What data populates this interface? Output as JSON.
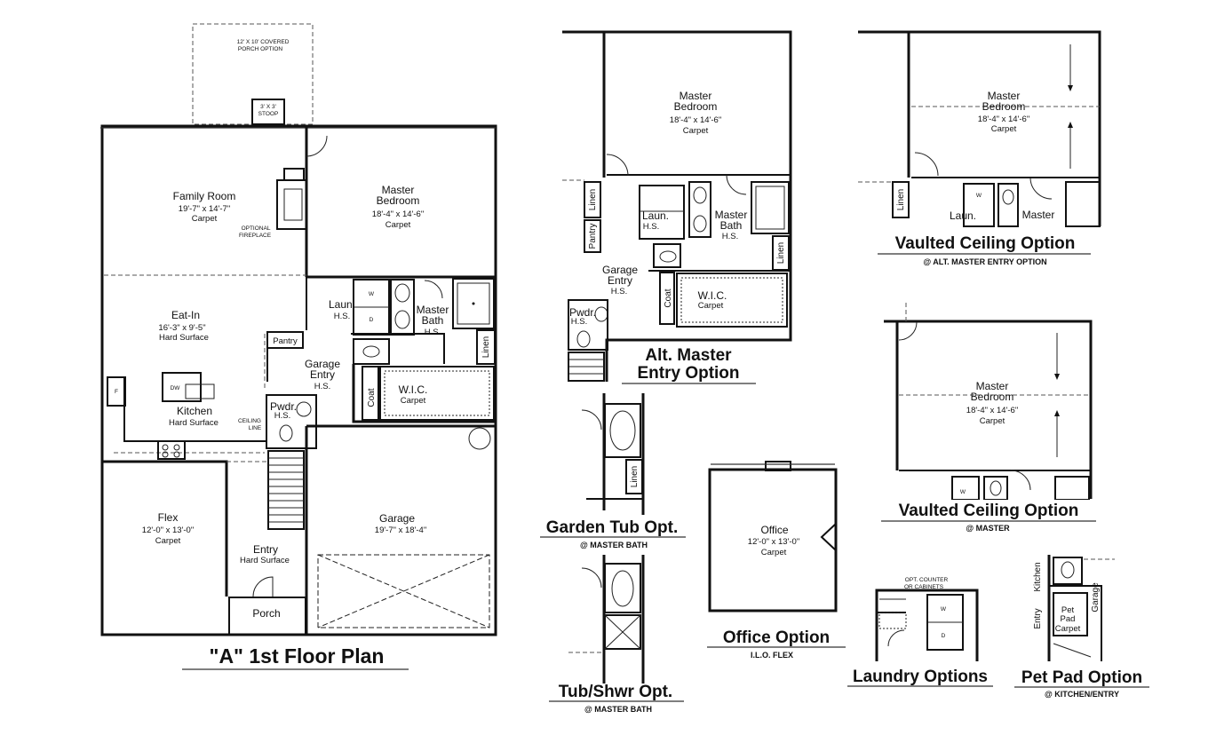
{
  "main_plan": {
    "title": "\"A\"  1st Floor Plan",
    "porch_option": [
      "12' X 10' COVERED",
      "PORCH OPTION"
    ],
    "stoop": [
      "3' X 3'",
      "STOOP"
    ],
    "family_room": {
      "name": "Family Room",
      "size": "19'-7\" x 14'-7\"",
      "floor": "Carpet"
    },
    "master_bedroom": {
      "name": [
        "Master",
        "Bedroom"
      ],
      "size": "18'-4\" x 14'-6\"",
      "floor": "Carpet"
    },
    "fireplace": [
      "OPTIONAL",
      "FIREPLACE"
    ],
    "laundry": {
      "name": "Laun.",
      "floor": "H.S."
    },
    "washer": "W",
    "dryer": "D",
    "master_bath": {
      "name": [
        "Master",
        "Bath"
      ],
      "floor": "H.S."
    },
    "linen": "Linen",
    "eat_in": {
      "name": "Eat-In",
      "size": "16'-3\" x 9'-5\"",
      "floor": "Hard Surface"
    },
    "pantry": "Pantry",
    "garage_entry": {
      "name": [
        "Garage",
        "Entry"
      ],
      "floor": "H.S."
    },
    "coat": "Coat",
    "wic": {
      "name": "W.I.C.",
      "floor": "Carpet"
    },
    "fridge": "F",
    "dishwasher": "DW",
    "kitchen": {
      "name": "Kitchen",
      "floor": "Hard Surface"
    },
    "ceiling_line": [
      "CEILING",
      "LINE"
    ],
    "powder": {
      "name": "Pwdr.",
      "floor": "H.S."
    },
    "flex": {
      "name": "Flex",
      "size": "12'-0\" x 13'-0\"",
      "floor": "Carpet"
    },
    "garage": {
      "name": "Garage",
      "size": "19'-7\" x 18'-4\""
    },
    "entry": {
      "name": "Entry",
      "floor": "Hard Surface"
    },
    "porch": "Porch"
  },
  "alt_master": {
    "title": [
      "Alt. Master",
      "Entry Option"
    ],
    "bedroom": {
      "name": [
        "Master",
        "Bedroom"
      ],
      "size": "18'-4\" x 14'-6\"",
      "floor": "Carpet"
    },
    "linen_left": "Linen",
    "pantry": "Pantry",
    "laundry": {
      "name": "Laun.",
      "floor": "H.S."
    },
    "bath": {
      "name": [
        "Master",
        "Bath"
      ],
      "floor": "H.S."
    },
    "linen_right": "Linen",
    "garage_entry": {
      "name": [
        "Garage",
        "Entry"
      ],
      "floor": "H.S."
    },
    "powder": {
      "name": "Pwdr.",
      "floor": "H.S."
    },
    "coat": "Coat",
    "wic": {
      "name": "W.I.C.",
      "floor": "Carpet"
    }
  },
  "vaulted_alt": {
    "title": "Vaulted Ceiling Option",
    "subtitle": "@ ALT. MASTER ENTRY OPTION",
    "bedroom": {
      "name": [
        "Master",
        "Bedroom"
      ],
      "size": "18'-4\" x 14'-6\"",
      "floor": "Carpet"
    },
    "linen": "Linen",
    "laundry": "Laun.",
    "bath": "Master",
    "washer": "W"
  },
  "vaulted_master": {
    "title": "Vaulted Ceiling Option",
    "subtitle": "@ MASTER",
    "bedroom": {
      "name": [
        "Master",
        "Bedroom"
      ],
      "size": "18'-4\" x 14'-6\"",
      "floor": "Carpet"
    },
    "washer": "W"
  },
  "garden_tub": {
    "title": "Garden Tub Opt.",
    "subtitle": "@ MASTER BATH",
    "linen": "Linen"
  },
  "tub_shower": {
    "title": "Tub/Shwr Opt.",
    "subtitle": "@ MASTER BATH"
  },
  "office": {
    "title": "Office Option",
    "subtitle": "I.L.O. FLEX",
    "room": {
      "name": "Office",
      "size": "12'-0\" x 13'-0\"",
      "floor": "Carpet"
    }
  },
  "laundry_opt": {
    "title": "Laundry Options",
    "note": [
      "OPT. COUNTER",
      "OR CABINETS"
    ],
    "washer": "W",
    "dryer": "D"
  },
  "pet_pad": {
    "title": "Pet Pad Option",
    "subtitle": "@ KITCHEN/ENTRY",
    "kitchen": "Kitchen",
    "entry": "Entry",
    "garage": "Garage",
    "pad": [
      "Pet",
      "Pad",
      "Carpet"
    ]
  }
}
